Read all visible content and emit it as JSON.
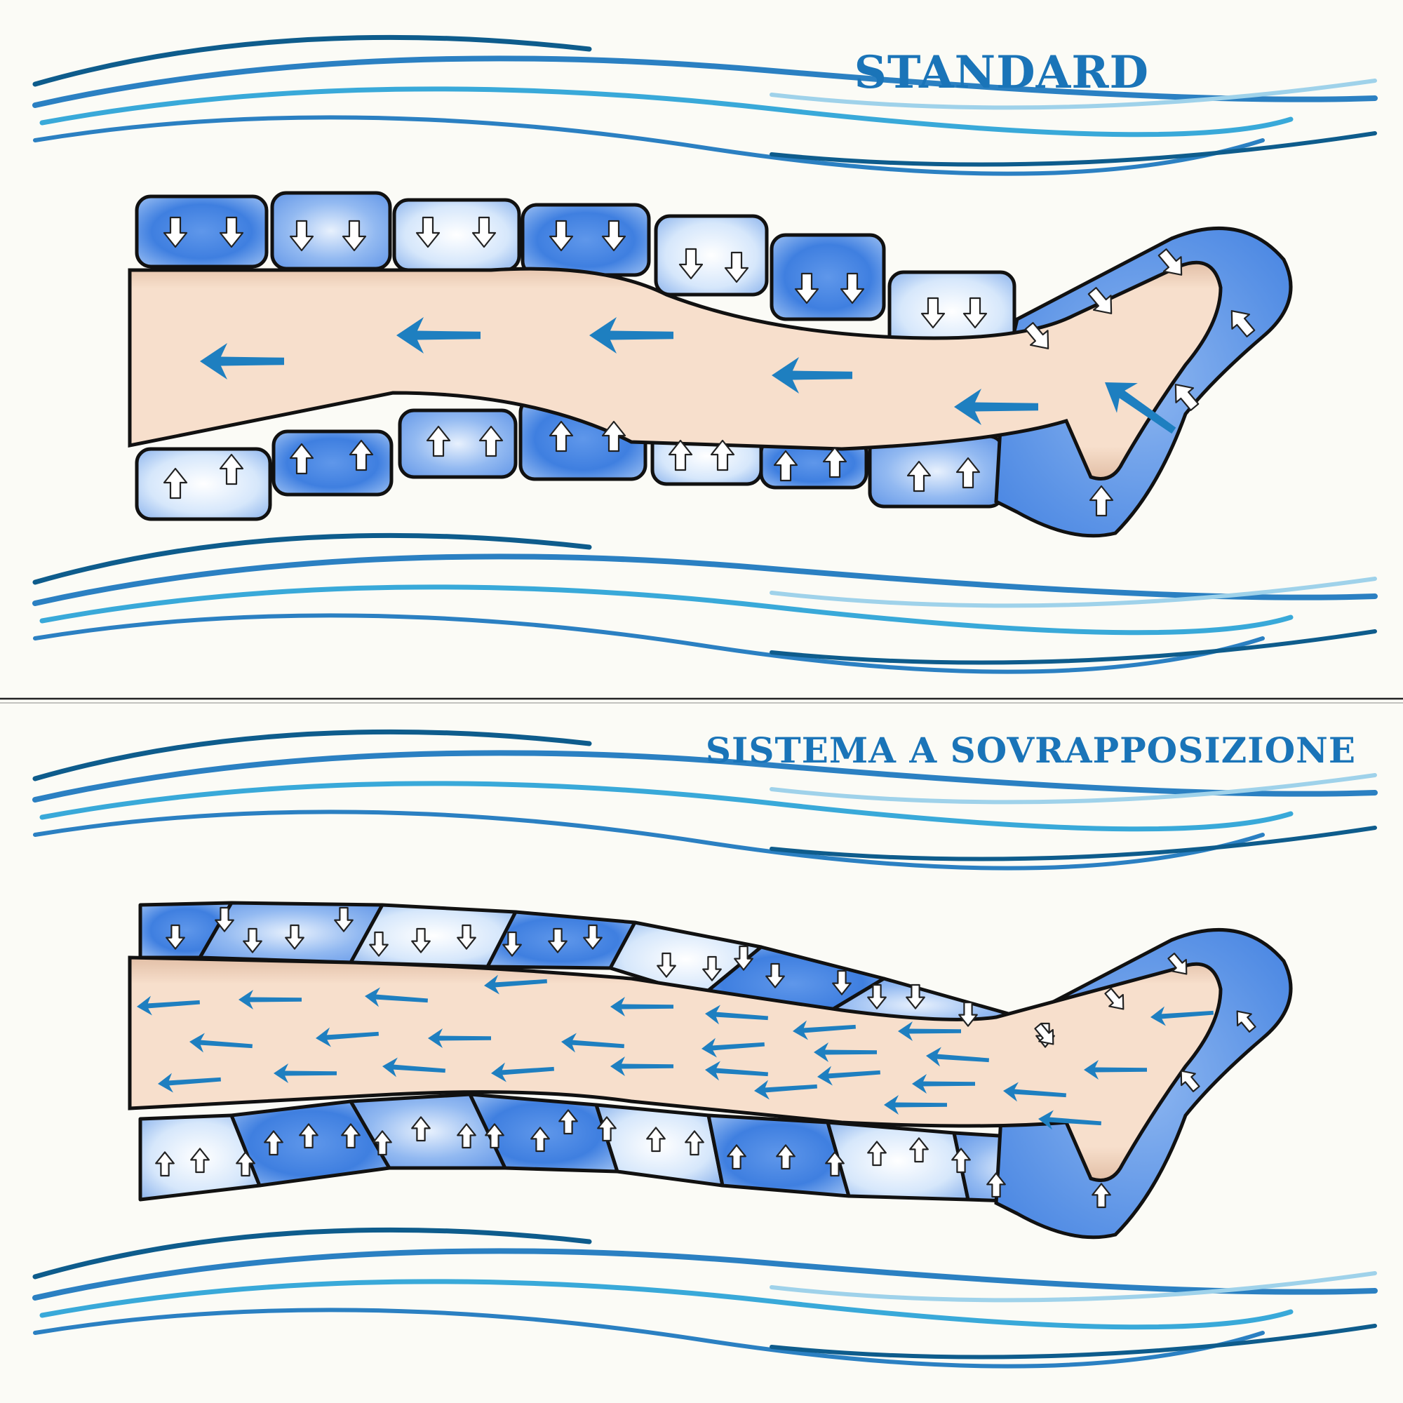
{
  "panels": [
    {
      "title": "STANDARD",
      "system": "standard"
    },
    {
      "title": "SISTEMA A SOVRAPPOSIZIONE",
      "system": "overlapping"
    }
  ],
  "colors": {
    "background": "#fbfbf6",
    "title": "#1a74b8",
    "wave_dark": "#0e5c8c",
    "wave_mid": "#2b80c2",
    "wave_light": "#39a9d9",
    "wave_pale": "#9fd2ea",
    "chamber_blue": "#3d7fe0",
    "chamber_light": "#cfe2fa",
    "chamber_outline": "#111111",
    "leg_skin": "#f6dcc8",
    "flow_arrow": "#1e7fc0",
    "pressure_arrow": "#ffffff",
    "divider": "#222222"
  },
  "icons": {
    "pressure_arrow": "arrow-outline-icon",
    "flow_arrow": "flow-arrow-icon",
    "waves": "wave-lines"
  }
}
